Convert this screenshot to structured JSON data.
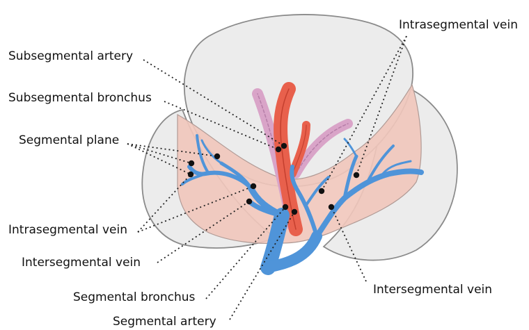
{
  "labels": {
    "subsegmental_artery": "Subsegmental artery",
    "subsegmental_bronchus": "Subsegmental bronchus",
    "segmental_plane": "Segmental plane",
    "intrasegmental_vein_left": "Intrasegmental vein",
    "intersegmental_vein_left": "Intersegmental vein",
    "segmental_bronchus": "Segmental bronchus",
    "segmental_artery": "Segmental artery",
    "intrasegmental_vein_right": "Intrasegmental vein",
    "intersegmental_vein_right": "Intersegmental vein"
  },
  "colors": {
    "lobe_fill": "#ededed",
    "lobe_stroke": "#8a8a8a",
    "segment_fill": "#f1c6bb",
    "artery": "#e8604c",
    "bronchus": "#d9a4c8",
    "vein": "#4f94d9",
    "leader": "#222222"
  }
}
